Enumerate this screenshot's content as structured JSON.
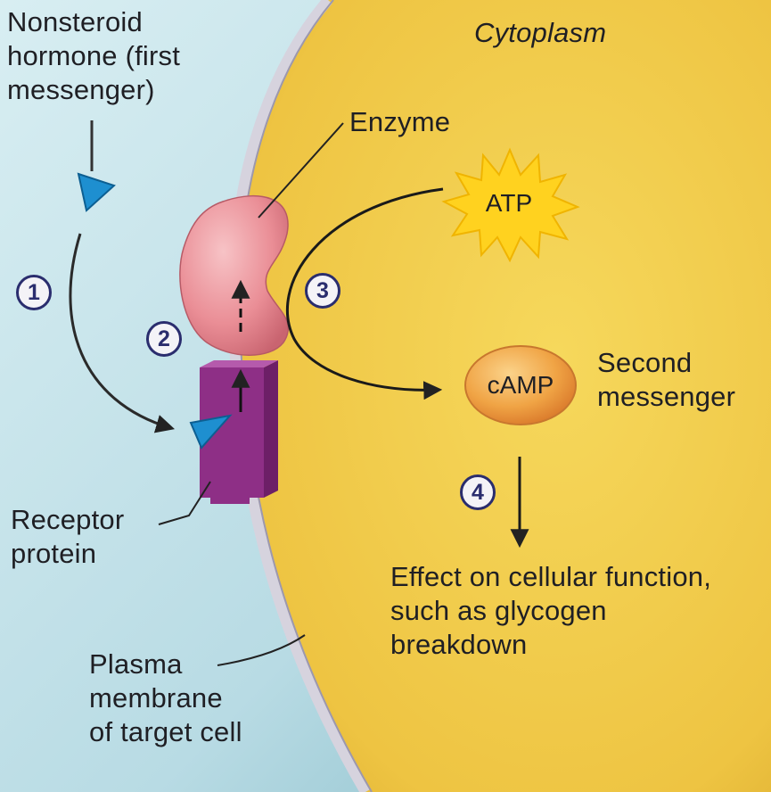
{
  "labels": {
    "hormone": "Nonsteroid\nhormone (first\nmessenger)",
    "cytoplasm": "Cytoplasm",
    "enzyme": "Enzyme",
    "atp": "ATP",
    "camp": "cAMP",
    "second_messenger": "Second\nmessenger",
    "receptor": "Receptor\nprotein",
    "membrane": "Plasma\nmembrane\nof target cell",
    "effect": "Effect on cellular function,\nsuch as glycogen\nbreakdown"
  },
  "steps": [
    "1",
    "2",
    "3",
    "4"
  ],
  "colors": {
    "extracellular": "#c9e3ea",
    "cytoplasm": "#f2cf4d",
    "membrane": "#d6d3de",
    "receptor": "#8e2f86",
    "enzyme": "#e98a93",
    "camp": "#ee9a35",
    "atp_burst": "#ffd21f",
    "hormone": "#1e8fd0",
    "step_ring": "#2a2d6e"
  },
  "icons": {
    "hormone": "blue-triangle-icon",
    "atp": "starburst-icon",
    "camp": "oval-icon"
  }
}
